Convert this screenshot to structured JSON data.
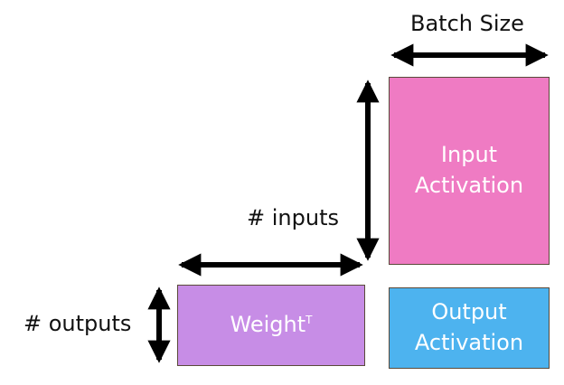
{
  "colors": {
    "input_activation": "#ef7bc3",
    "weight": "#c78de6",
    "output_activation": "#4db3ef",
    "arrow": "#000000"
  },
  "labels": {
    "batch_size": "Batch Size",
    "inputs": "# inputs",
    "outputs": "# outputs"
  },
  "boxes": {
    "input_activation": {
      "line1": "Input",
      "line2": "Activation"
    },
    "weight": {
      "text": "Weight",
      "superscript": "T"
    },
    "output_activation": {
      "line1": "Output",
      "line2": "Activation"
    }
  }
}
